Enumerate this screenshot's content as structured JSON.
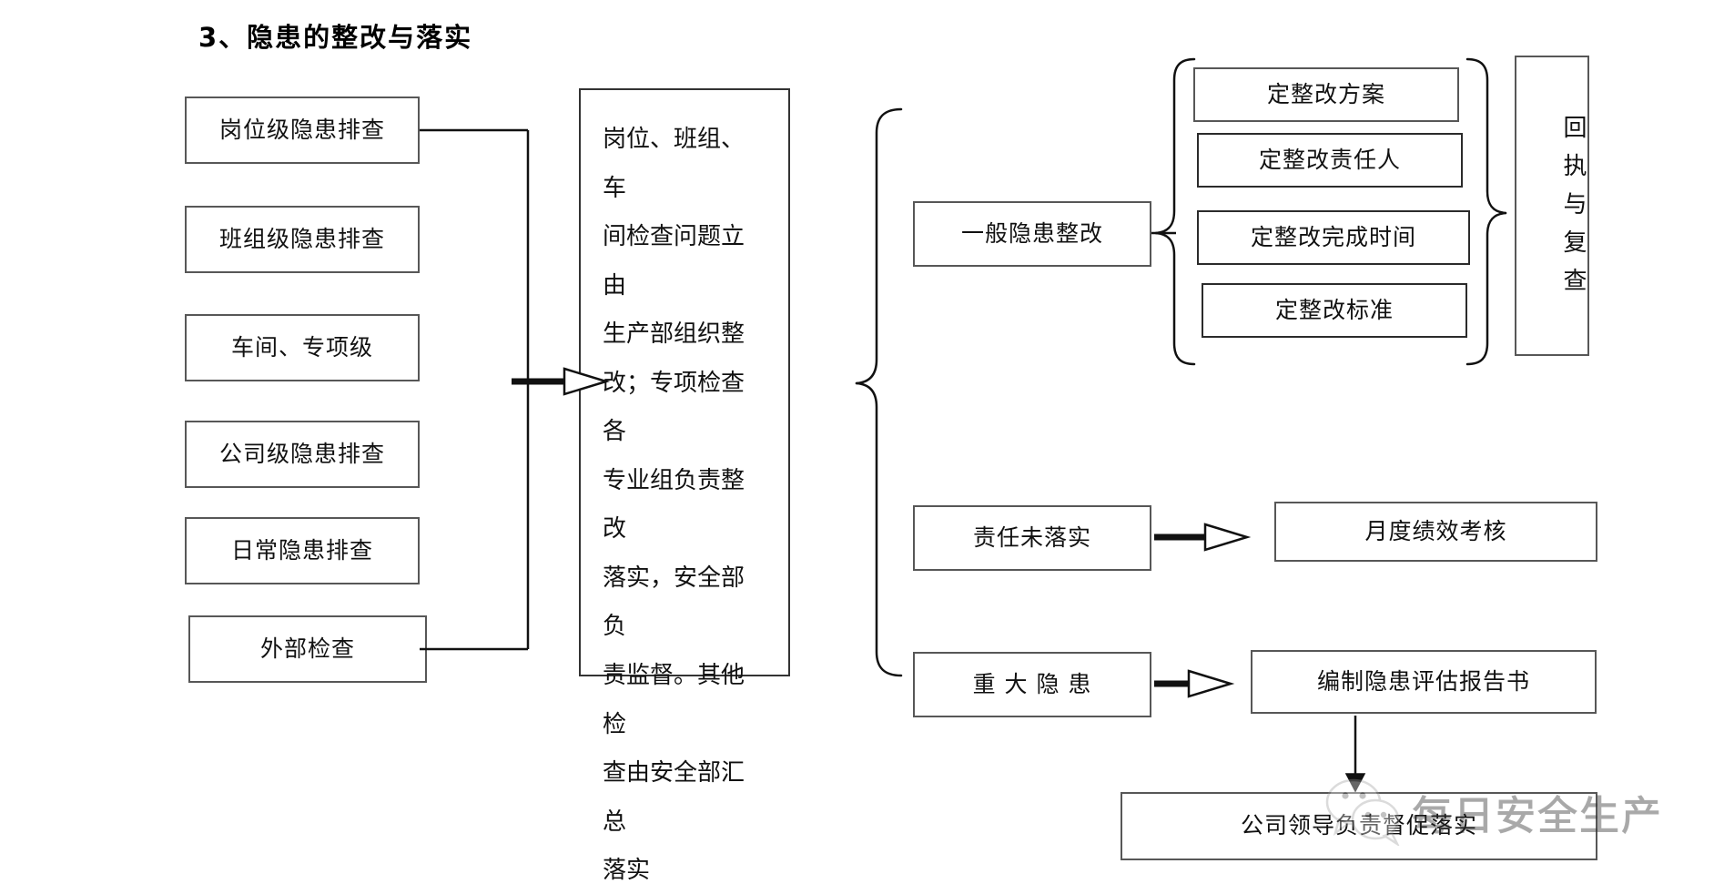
{
  "title": "3、隐患的整改与落实",
  "left_column": {
    "items": [
      {
        "label": "岗位级隐患排查"
      },
      {
        "label": "班组级隐患排查"
      },
      {
        "label": "车间、专项级"
      },
      {
        "label": "公司级隐患排查"
      },
      {
        "label": "日常隐患排查"
      },
      {
        "label": "外部检查"
      }
    ]
  },
  "center": {
    "lines": [
      "岗位、班组、车",
      "间检查问题立由",
      "生产部组织整",
      "改；专项检查各",
      "专业组负责整改",
      "落实，安全部负",
      "责监督。其他检",
      "查由安全部汇总",
      "落实"
    ]
  },
  "branches": {
    "general": {
      "label": "一般隐患整改"
    },
    "unfulfilled": {
      "label": "责任未落实"
    },
    "major": {
      "label": "重 大 隐 患"
    }
  },
  "details": {
    "items": [
      {
        "label": "定整改方案"
      },
      {
        "label": "定整改责任人"
      },
      {
        "label": "定整改完成时间"
      },
      {
        "label": "定整改标准"
      }
    ]
  },
  "receipt": {
    "label": "回执与复查"
  },
  "outcomes": {
    "performance": {
      "label": "月度绩效考核"
    },
    "report": {
      "label": "编制隐患评估报告书"
    },
    "leader": {
      "label": "公司领导负责督促落实"
    }
  },
  "watermark": {
    "text": "每日安全生产"
  },
  "colors": {
    "stroke": "#575757",
    "stroke_dark": "#2b2b2b",
    "text": "#111111",
    "background": "#ffffff"
  }
}
